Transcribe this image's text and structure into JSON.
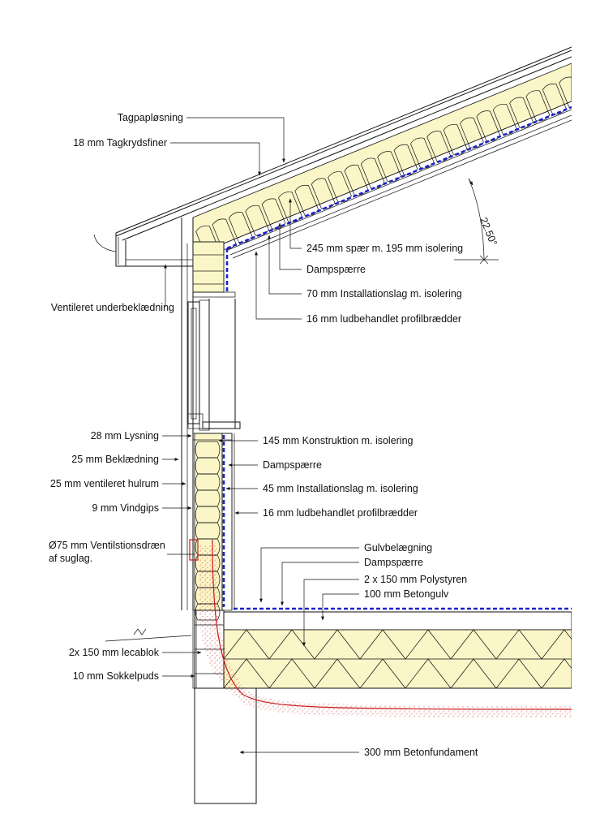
{
  "labels": {
    "roof_membrane": "Tagpapløsning",
    "roof_plywood": "18 mm Tagkrydsfiner",
    "soffit": "Ventileret underbeklædning",
    "rafter": "245 mm spær m. 195 mm isolering",
    "roof_vapor": "Dampspærre",
    "roof_install": "70 mm Installationslag m. isolering",
    "roof_boards": "16 mm ludbehandlet profilbrædder",
    "gap": "28 mm Lysning",
    "cladding": "25 mm Beklædning",
    "cavity": "25 mm ventileret hulrum",
    "windgyp": "9 mm Vindgips",
    "drain_line1": "Ø75 mm Ventilstionsdræn",
    "drain_line2": "af suglag.",
    "wall_construction": "145 mm Konstruktion m. isolering",
    "wall_vapor": "Dampspærre",
    "wall_install": "45 mm Installationslag m. isolering",
    "wall_boards": "16 mm ludbehandlet profilbrædder",
    "floor_finish": "Gulvbelægning",
    "floor_vapor": "Dampspærre",
    "floor_eps": "2 x 150 mm Polystyren",
    "floor_concrete": "100 mm Betongulv",
    "leca": "2x 150 mm lecablok",
    "plinth": "10 mm Sokkelpuds",
    "foundation": "300 mm Betonfundament",
    "angle": "22.50°"
  },
  "colors": {
    "insulation": "#fbf6c8",
    "vapor_barrier": "#1c22c8",
    "drain": "#c81c1c",
    "line": "#111111"
  }
}
